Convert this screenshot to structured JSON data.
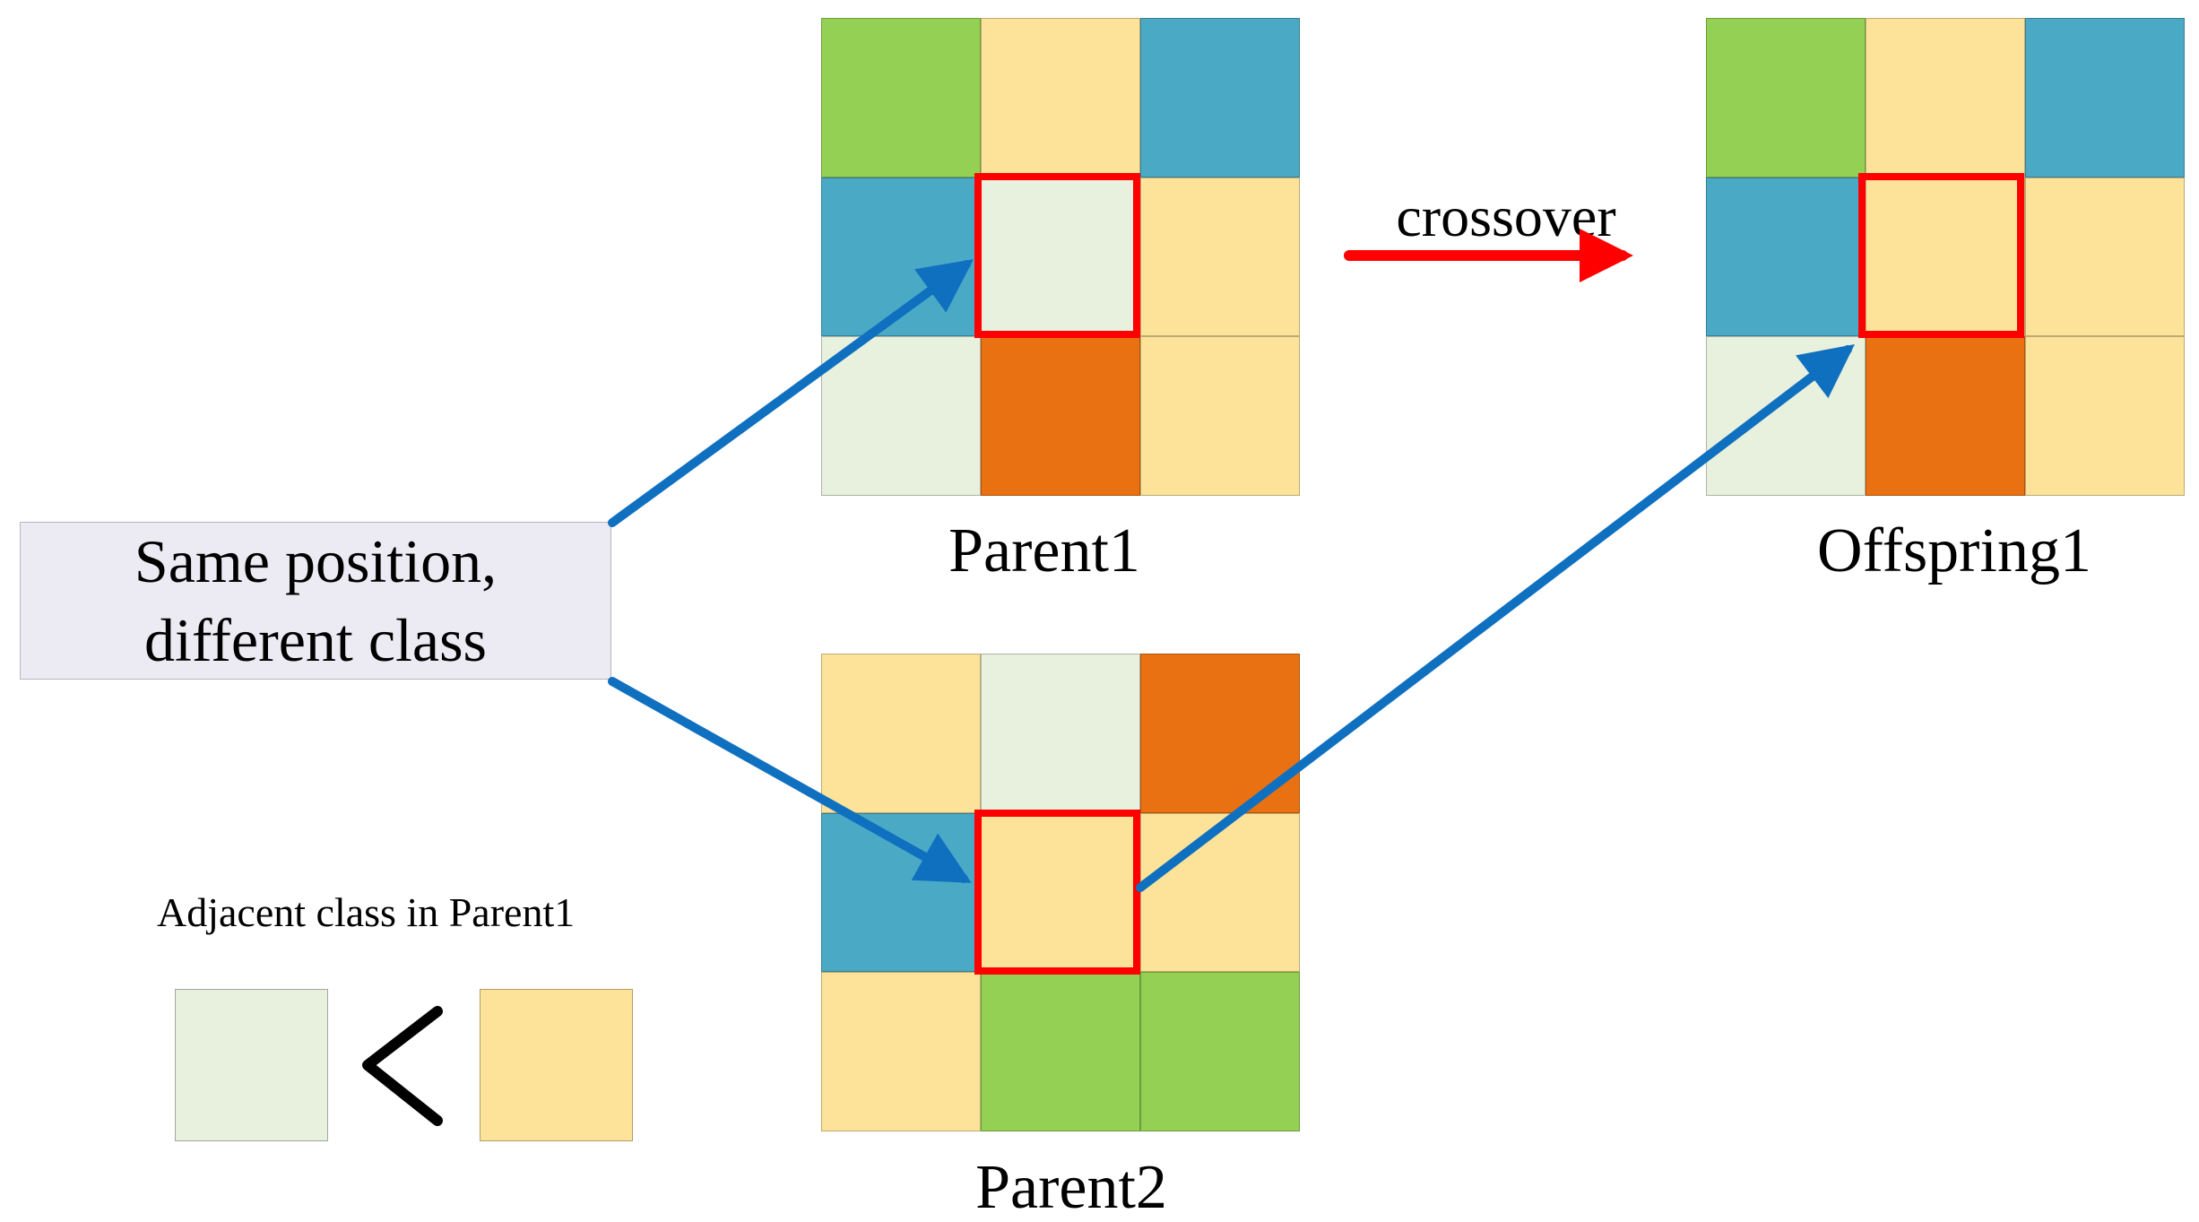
{
  "colors": {
    "green": "#93d053",
    "yellow": "#fde399",
    "blue": "#4aaac6",
    "light": "#e8f0de",
    "orange": "#e97111",
    "highlight": "#ff0000",
    "arrow": "#1070c0"
  },
  "parent1": {
    "label": "Parent1",
    "cells": [
      "green",
      "yellow",
      "blue",
      "blue",
      "light",
      "yellow",
      "light",
      "orange",
      "yellow"
    ],
    "highlight_cell": 4
  },
  "parent2": {
    "label": "Parent2",
    "cells": [
      "yellow",
      "light",
      "orange",
      "blue",
      "yellow",
      "yellow",
      "yellow",
      "green",
      "green"
    ],
    "highlight_cell": 4
  },
  "offspring1": {
    "label": "Offspring1",
    "cells": [
      "green",
      "yellow",
      "blue",
      "blue",
      "yellow",
      "yellow",
      "light",
      "orange",
      "yellow"
    ],
    "highlight_cell": 4
  },
  "crossover_label": "crossover",
  "callout": {
    "line1": "Same position,",
    "line2": "different class"
  },
  "legend": {
    "title": "Adjacent class in Parent1",
    "left_color": "light",
    "relation": "<",
    "right_color": "yellow"
  }
}
